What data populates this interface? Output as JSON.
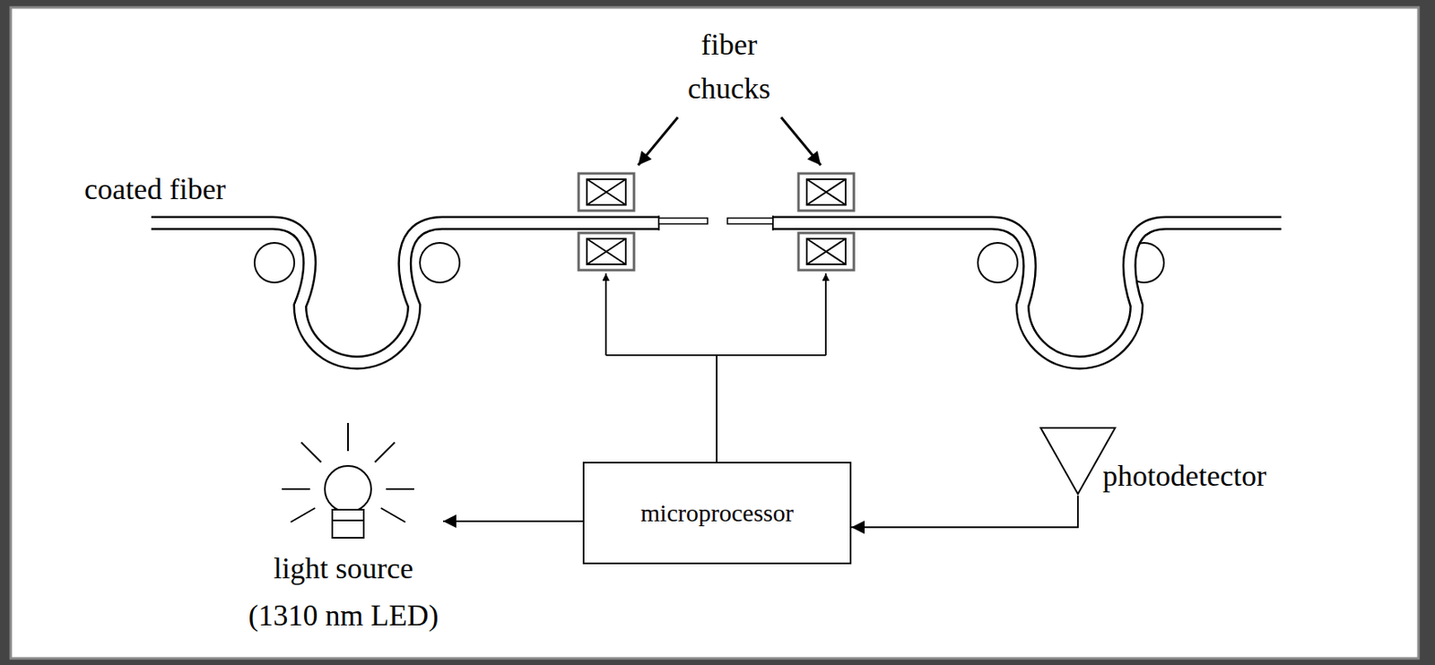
{
  "diagram": {
    "nodes": [
      {
        "text": [
          "microprocessor"
        ]
      },
      {
        "text": [
          "light source (1310 nm LED)"
        ]
      },
      {
        "text": [
          "photodetector"
        ]
      }
    ],
    "edges": [
      {
        "from": 0,
        "to": 1,
        "arrow": "to"
      },
      {
        "from": 2,
        "to": 0,
        "arrow": "to"
      }
    ],
    "labels": [
      "coated fiber",
      "fiber chucks"
    ]
  }
}
